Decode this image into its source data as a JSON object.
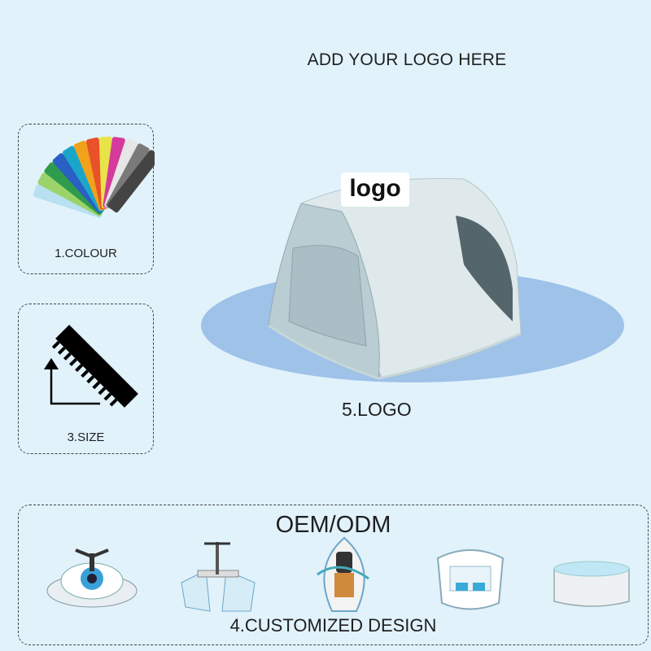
{
  "header": {
    "title": "ADD YOUR LOGO HERE"
  },
  "steps": {
    "colour": "1.COLOUR",
    "size": "3.SIZE",
    "logo": "5.LOGO",
    "design": "4.CUSTOMIZED DESIGN"
  },
  "tent": {
    "logo_text": "logo"
  },
  "oem": {
    "title": "OEM/ODM"
  },
  "icons": [
    "colour-swatch-fan-icon",
    "ruler-size-icon",
    "inflatable-tent-image",
    "water-scooter-image",
    "water-bike-image",
    "kayak-image",
    "floating-lounge-image",
    "inflatable-pool-image"
  ],
  "colors": {
    "background": "#e1f2fb",
    "platform": "#9ec2e8",
    "tent": "#dce8ea"
  }
}
